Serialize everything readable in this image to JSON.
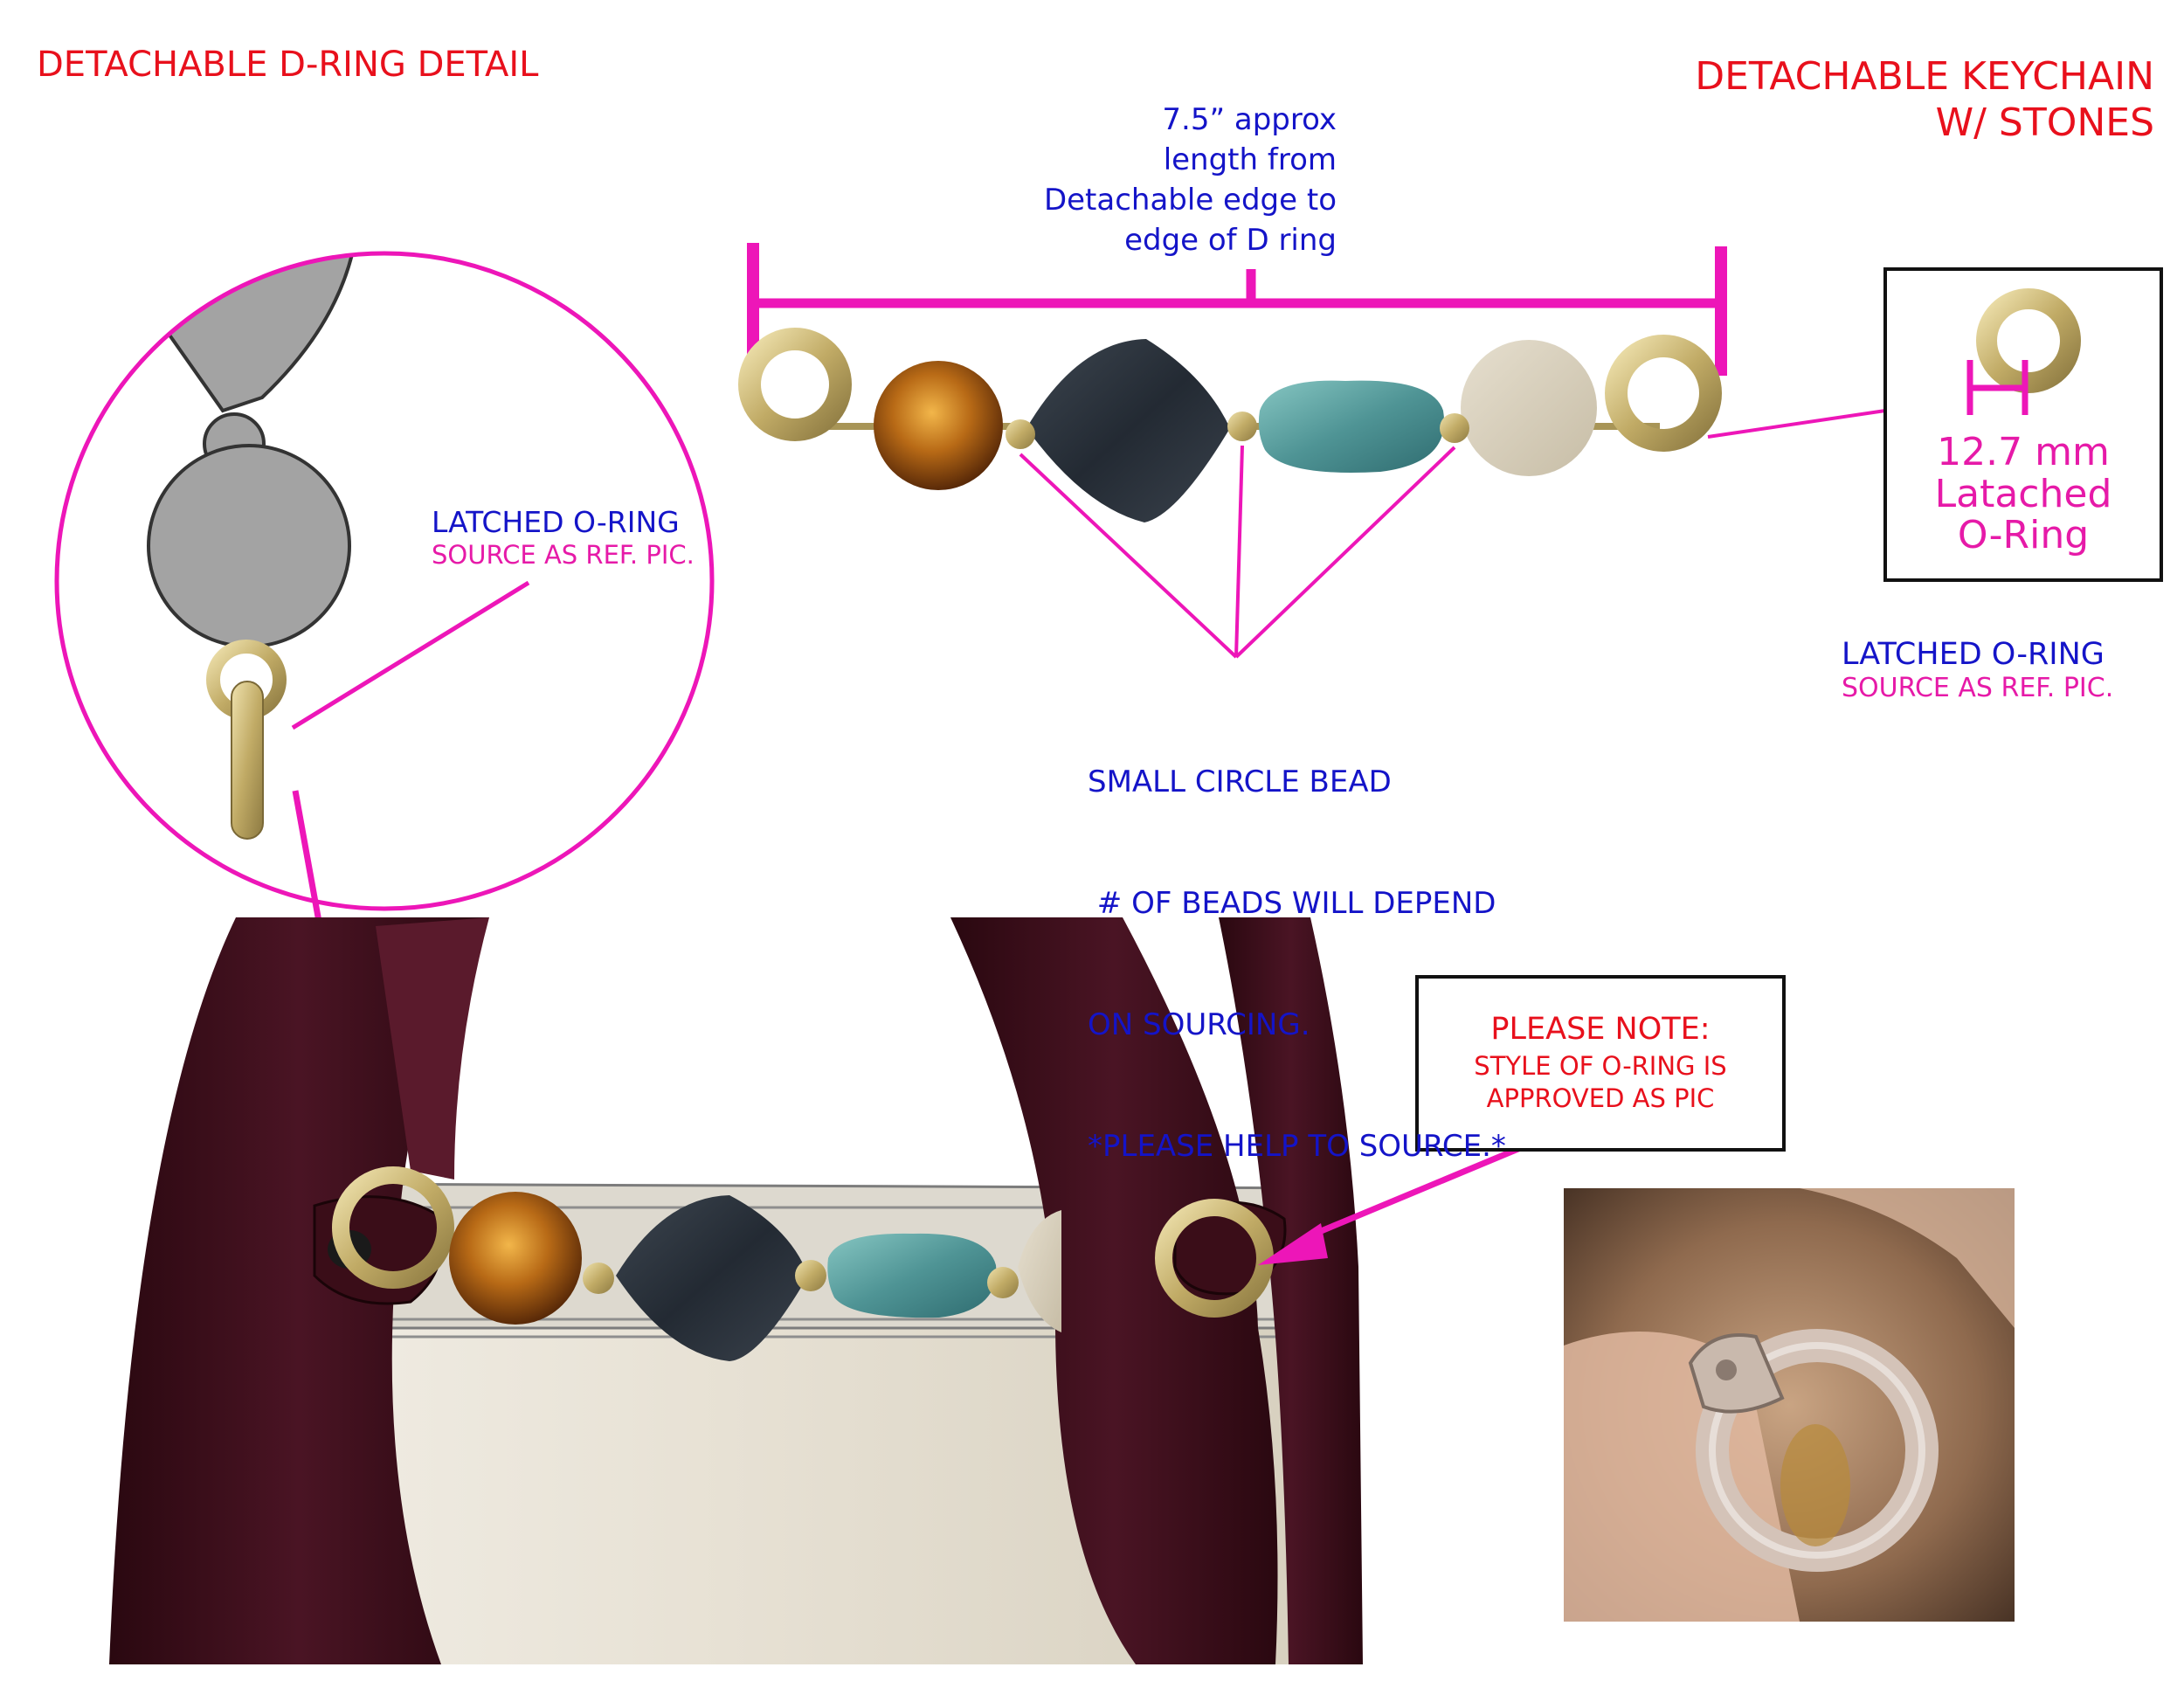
{
  "colors": {
    "accent_pink": "#ed16b8",
    "label_red": "#e8101c",
    "label_blue": "#1414c8",
    "leather": "#3a0d18",
    "canvas": "#ece7dc",
    "gold": "#cbb87a",
    "amber_stone": "#b86a16",
    "dark_stone": "#2b333d",
    "teal_stone": "#5fa6a5",
    "sand_stone": "#d9d0bd"
  },
  "labels": {
    "d_ring_title": "DETACHABLE D-RING DETAIL",
    "keychain_title_1": "DETACHABLE KEYCHAIN",
    "keychain_title_2": "W/ STONES",
    "length_note": [
      "7.5” approx",
      "length from",
      "Detachable edge to",
      "edge of D ring"
    ],
    "latched_left_1": "LATCHED O-RING",
    "latched_left_2": "SOURCE AS REF. PIC.",
    "ring_size_1": "12.7 mm",
    "ring_size_2": "Latached",
    "ring_size_3": "O-Ring",
    "latched_right_1": "LATCHED O-RING",
    "latched_right_2": "SOURCE AS REF. PIC.",
    "bead_note": [
      "SMALL CIRCLE BEAD",
      " # OF BEADS WILL DEPEND",
      "ON SOURCING.",
      "*PLEASE HELP TO SOURCE.*"
    ],
    "note_title": "PLEASE NOTE:",
    "note_line_1": "STYLE OF O-RING IS",
    "note_line_2": "APPROVED AS PIC"
  },
  "icons": {
    "o_ring": "o-ring-icon",
    "bead": "bead-icon",
    "photo": "reference-photo-icon"
  }
}
